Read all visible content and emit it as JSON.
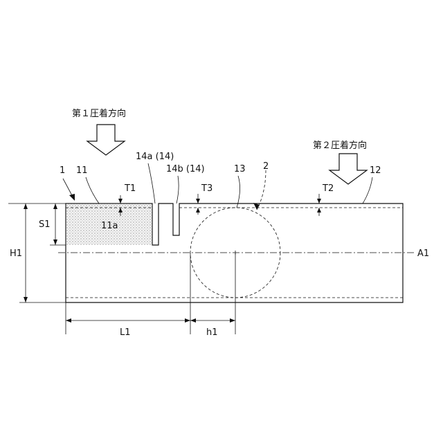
{
  "directions": {
    "first": "第１圧着方向",
    "second": "第２圧着方向"
  },
  "labels": {
    "ref_1": "1",
    "ref_11": "11",
    "ref_11a": "11a",
    "ref_14a": "14a (14)",
    "ref_14b": "14b (14)",
    "ref_13": "13",
    "ref_2": "2",
    "ref_12": "12",
    "ref_A1": "A1",
    "dim_T1": "T1",
    "dim_T2": "T2",
    "dim_T3": "T3",
    "dim_S1": "S1",
    "dim_H1": "H1",
    "dim_L1": "L1",
    "dim_h1": "h1"
  }
}
